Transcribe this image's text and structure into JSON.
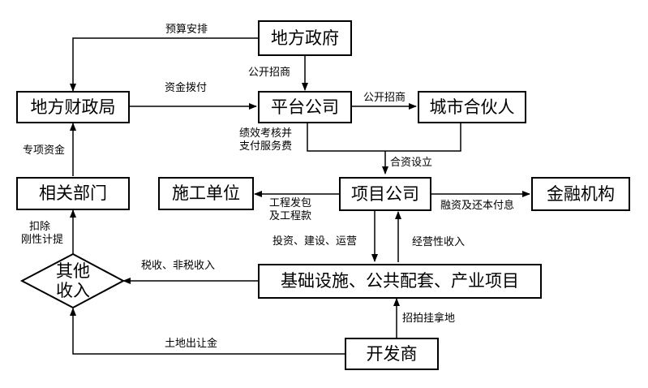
{
  "nodes": {
    "gov": "地方政府",
    "finance": "地方财政局",
    "platform": "平台公司",
    "partner": "城市合伙人",
    "dept": "相关部门",
    "construction": "施工单位",
    "project": "项目公司",
    "financial": "金融机构",
    "other_income_line1": "其他",
    "other_income_line2": "收入",
    "infrastructure": "基础设施、公共配套、产业项目",
    "developer": "开发商"
  },
  "edges": {
    "budget": "预算安排",
    "tender_gov": "公开招商",
    "funding": "资金拨付",
    "tender_platform": "公开招商",
    "perf_line1": "绩效考核并",
    "perf_line2": "支付服务费",
    "jv": "合资设立",
    "special_funds": "专项资金",
    "deduct_line1": "扣除",
    "deduct_line2": "刚性计提",
    "contract_line1": "工程发包",
    "contract_line2": "及工程款",
    "financing": "融资及还本付息",
    "invest": "投资、建设、运营",
    "operating_income": "经营性收入",
    "tax": "税收、非税收入",
    "bid": "招拍挂拿地",
    "land_fee": "土地出让金"
  }
}
